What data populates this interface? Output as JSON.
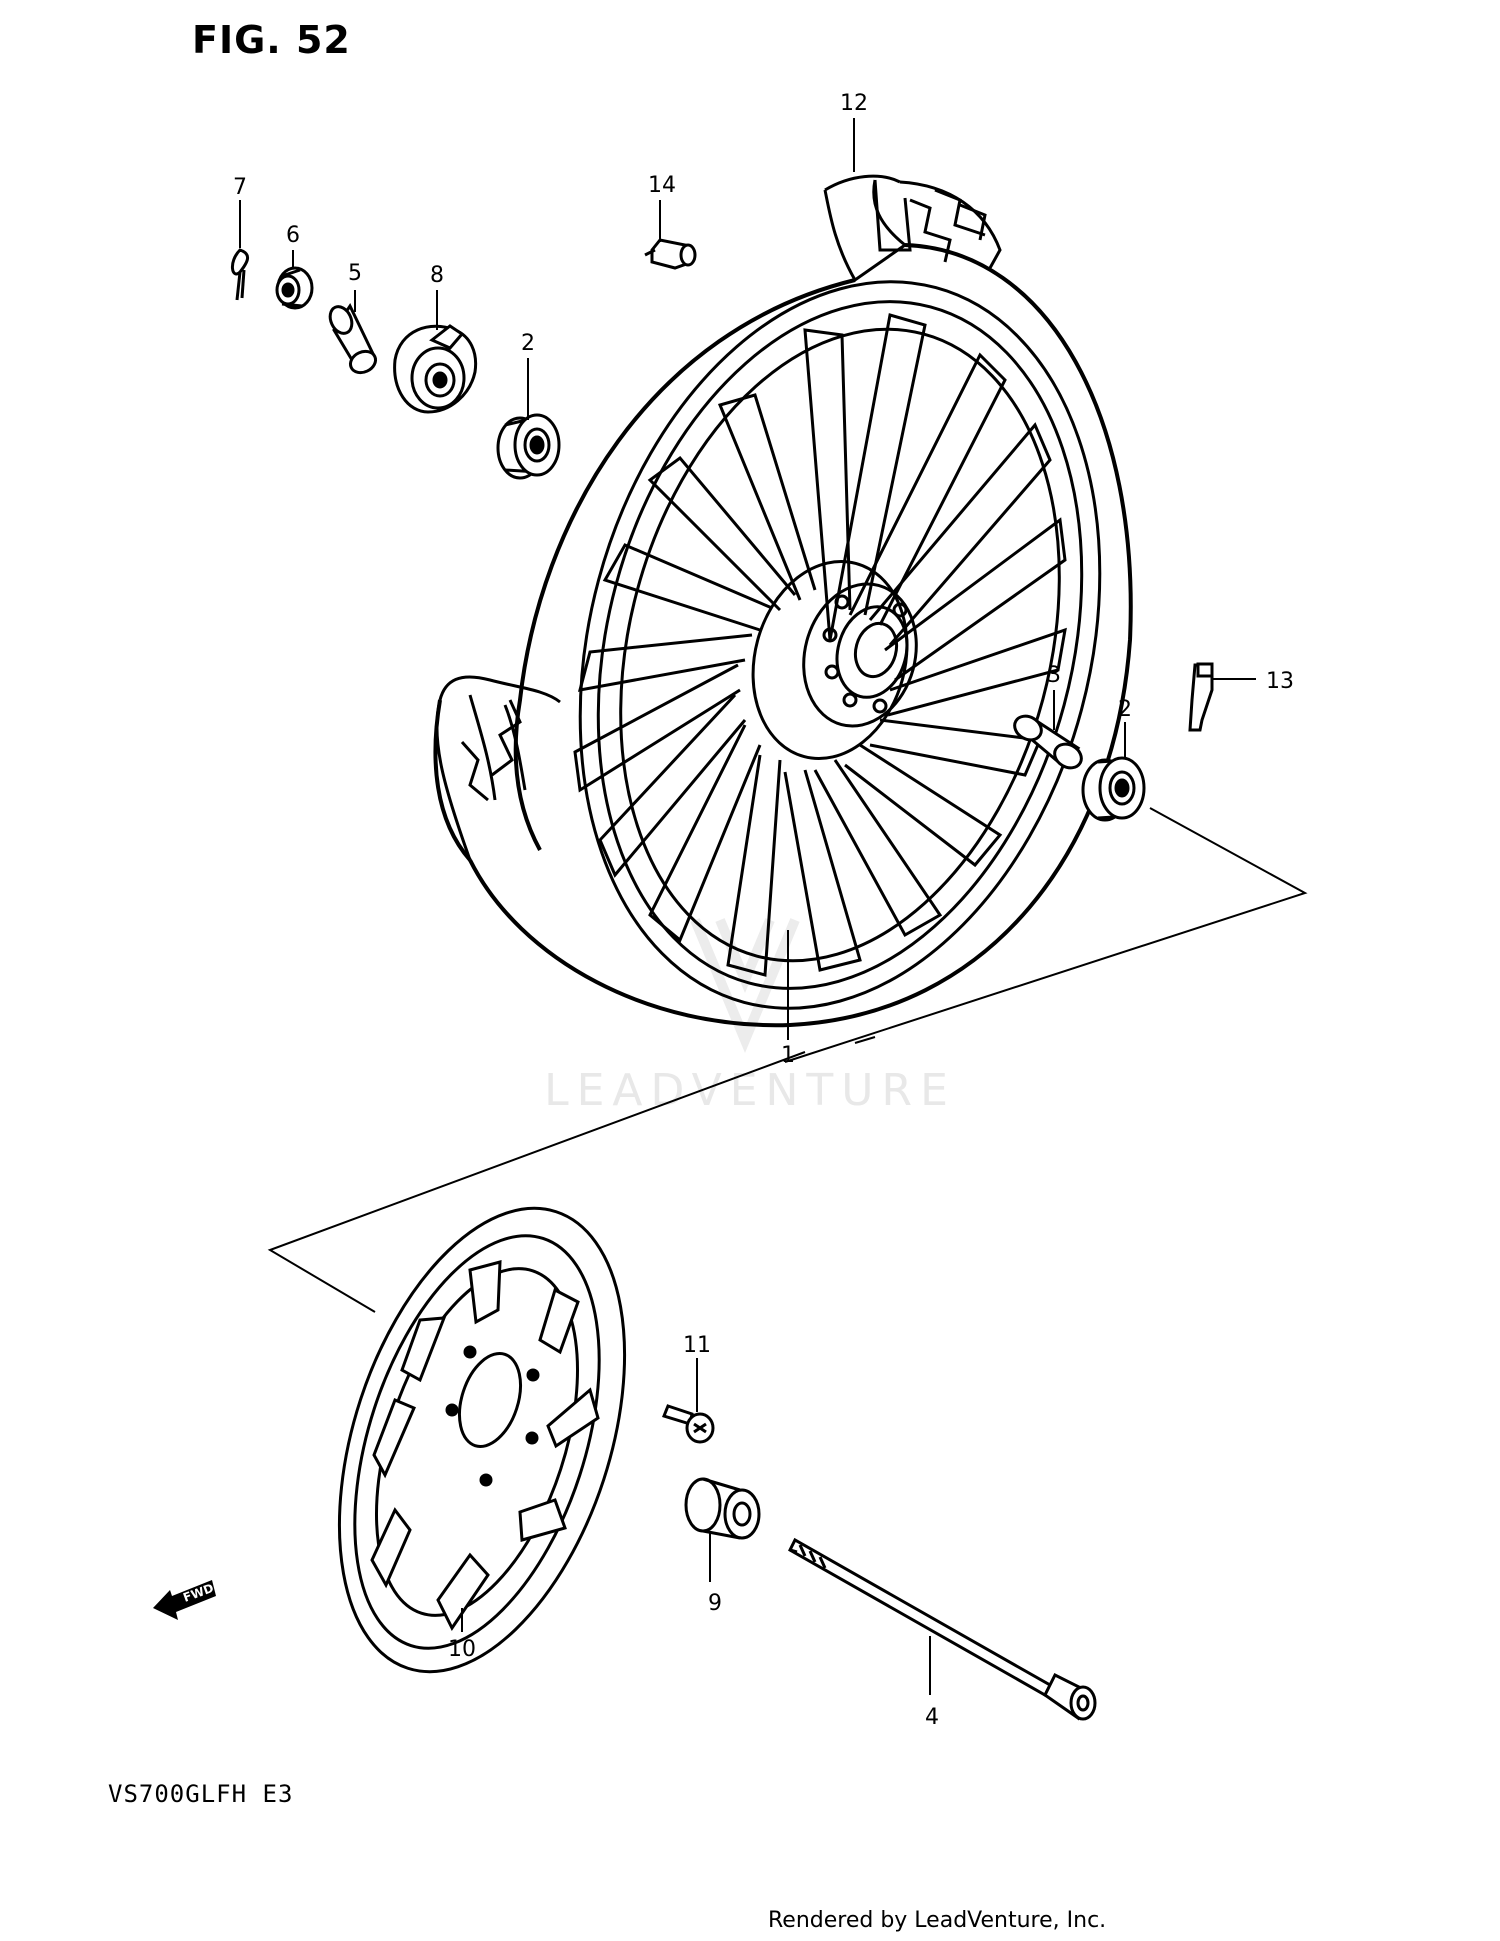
{
  "figure_title": "FIG. 52",
  "model_code": "VS700GLFH  E3",
  "footer_credit": "Rendered by LeadVenture, Inc.",
  "watermark": "LEADVENTURE",
  "direction_label": "FWD",
  "callouts": [
    {
      "id": "c1",
      "label": "1",
      "part": "wheel-rim"
    },
    {
      "id": "c2a",
      "label": "2",
      "part": "bearing-left"
    },
    {
      "id": "c2b",
      "label": "2",
      "part": "bearing-right"
    },
    {
      "id": "c3",
      "label": "3",
      "part": "spacer"
    },
    {
      "id": "c4",
      "label": "4",
      "part": "axle"
    },
    {
      "id": "c5",
      "label": "5",
      "part": "collar"
    },
    {
      "id": "c6",
      "label": "6",
      "part": "axle-nut"
    },
    {
      "id": "c7",
      "label": "7",
      "part": "cotter-pin"
    },
    {
      "id": "c8",
      "label": "8",
      "part": "speedometer-gearbox"
    },
    {
      "id": "c9",
      "label": "9",
      "part": "axle-spacer"
    },
    {
      "id": "c10",
      "label": "10",
      "part": "brake-disc"
    },
    {
      "id": "c11",
      "label": "11",
      "part": "disc-bolt"
    },
    {
      "id": "c12",
      "label": "12",
      "part": "tire"
    },
    {
      "id": "c13",
      "label": "13",
      "part": "valve"
    },
    {
      "id": "c14",
      "label": "14",
      "part": "balancer-weight"
    }
  ]
}
